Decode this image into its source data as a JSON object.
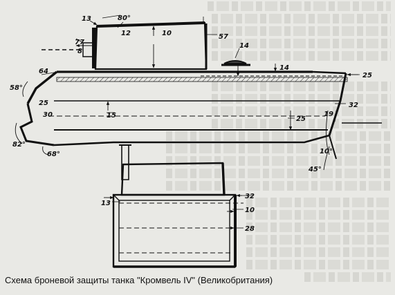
{
  "caption": "Схема броневой защиты танка \"Кромвель IV\" (Великобритания)",
  "labels": {
    "top_13": "13",
    "top_80deg": "80°",
    "top_12": "12",
    "top_10": "10",
    "top_57": "57",
    "left_77": "77",
    "left_8": "8",
    "hatch_14": "14",
    "roof_14": "14",
    "nose_64": "64",
    "rear_25": "25",
    "nose_58deg": "58°",
    "nose_25": "25",
    "nose_30": "30",
    "nose_82deg": "82°",
    "nose_68deg": "68°",
    "side_15": "15",
    "side_25": "25",
    "rear_19": "19",
    "rear_32": "32",
    "rear_10deg": "10°",
    "rear_45deg": "45°",
    "plan_13": "13",
    "plan_32": "32",
    "plan_10": "10",
    "plan_28": "28"
  }
}
